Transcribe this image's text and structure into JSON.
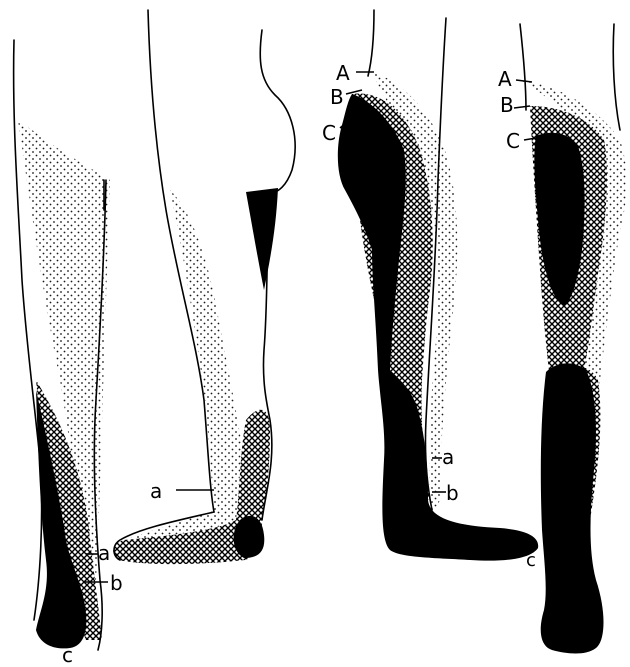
{
  "figure": {
    "labels": {
      "leg1": {
        "a": "a",
        "b": "b",
        "c": "c"
      },
      "leg2": {
        "a": "a"
      },
      "leg3": {
        "A": "A",
        "B": "B",
        "C": "C",
        "a": "a",
        "b": "b",
        "c": "c"
      },
      "leg4": {
        "A": "A",
        "B": "B",
        "C": "C"
      }
    },
    "colors": {
      "ink": "#000000",
      "paper": "#ffffff"
    },
    "shading": {
      "dense": "solid black",
      "medium": "cross-hatch",
      "light": "stipple dots"
    }
  }
}
